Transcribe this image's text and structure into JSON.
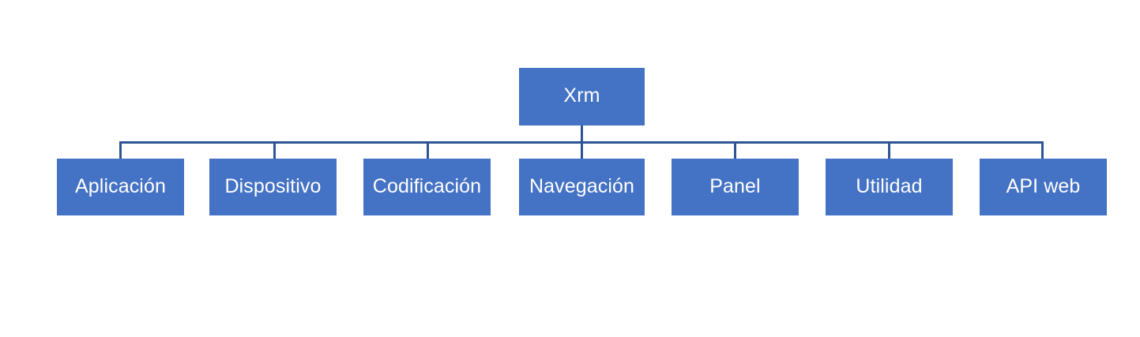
{
  "diagram": {
    "type": "hierarchy-tree",
    "background_color": "#FFFFFF",
    "node_fill_color": "#4472C4",
    "node_text_color": "#FFFFFF",
    "connector_color": "#2F5496",
    "root": {
      "label": "Xrm"
    },
    "children": [
      {
        "label": "Aplicación"
      },
      {
        "label": "Dispositivo"
      },
      {
        "label": "Codificación"
      },
      {
        "label": "Navegación"
      },
      {
        "label": "Panel"
      },
      {
        "label": "Utilidad"
      },
      {
        "label": "API web"
      }
    ]
  }
}
